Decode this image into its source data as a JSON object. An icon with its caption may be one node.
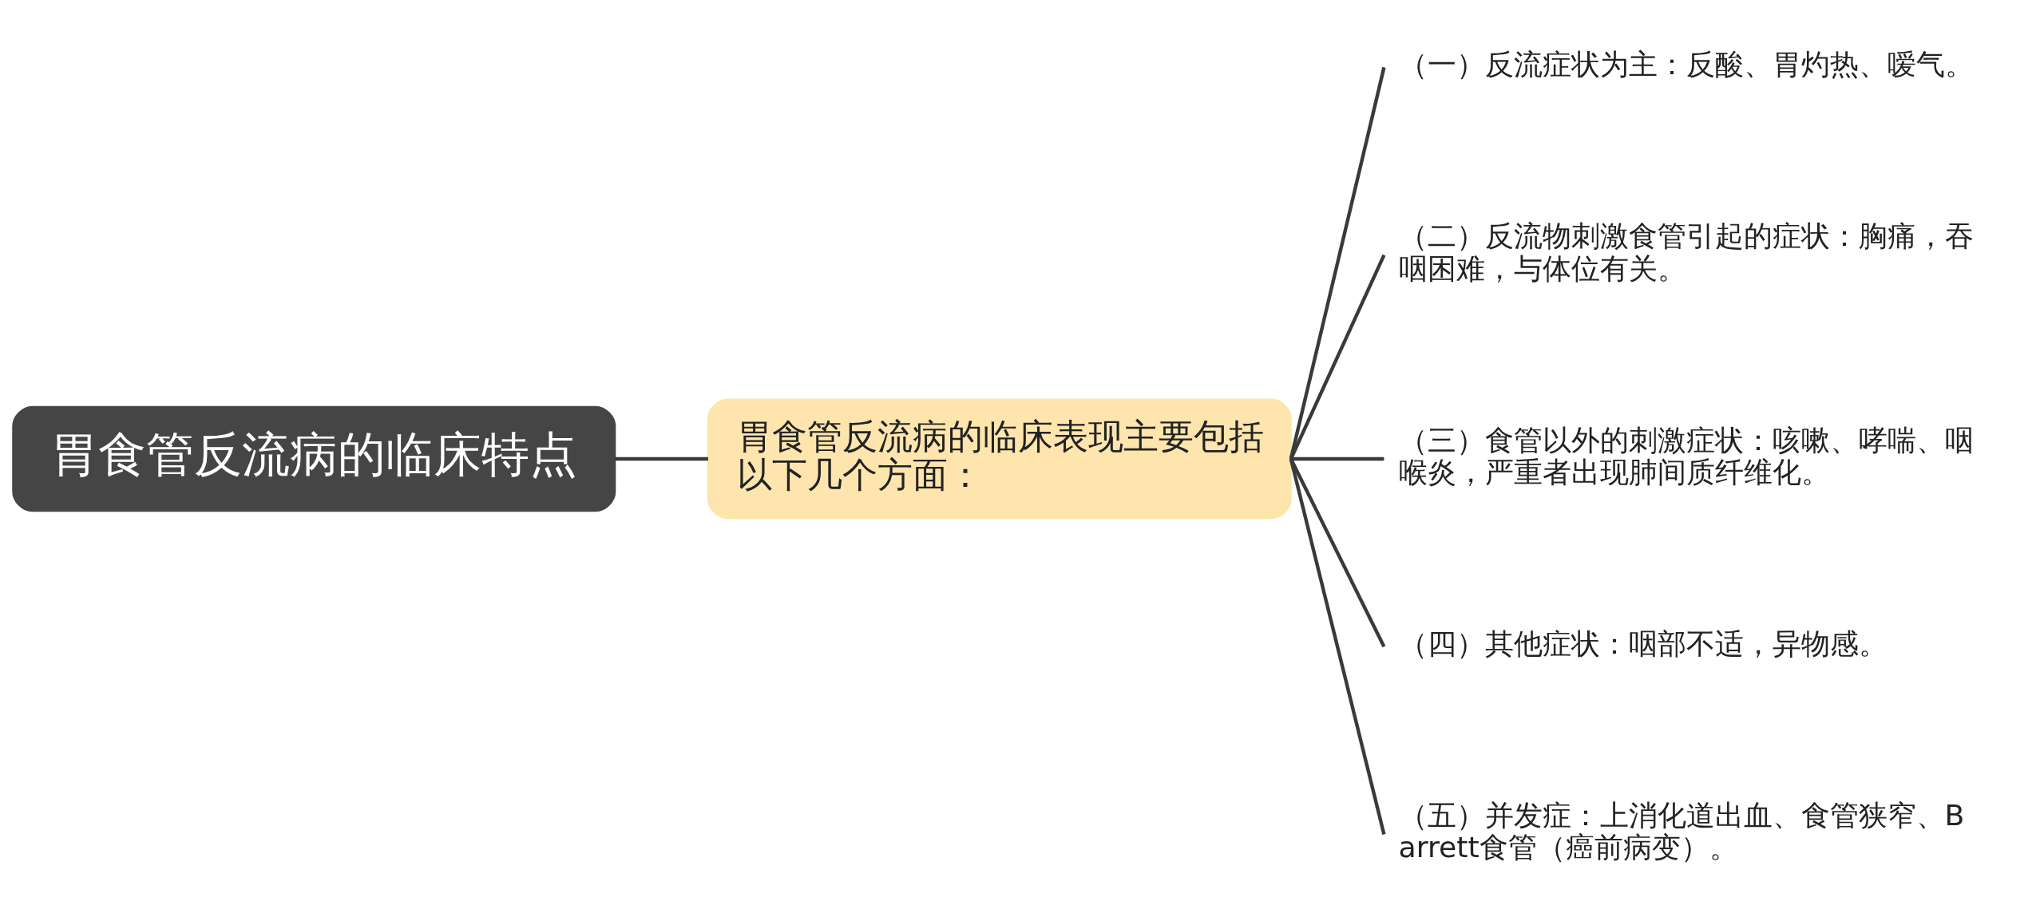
{
  "diagram": {
    "nodes": [
      {
        "text": [
          "胃食管反流病的临床特点"
        ]
      },
      {
        "text": [
          "胃食管反流病的临床表现主要包括以下几个方面："
        ]
      },
      {
        "text": [
          "（一）反流症状为主：反酸、胃灼热、嗳气。"
        ]
      },
      {
        "text": [
          "（二）反流物刺激食管引起的症状：胸痛，吞咽困难，与体位有关。"
        ]
      },
      {
        "text": [
          "（三）食管以外的刺激症状：咳嗽、哮喘、咽喉炎，严重者出现肺间质纤维化。"
        ]
      },
      {
        "text": [
          "（四）其他症状：咽部不适，异物感。"
        ]
      },
      {
        "text": [
          "（五）并发症：上消化道出血、食管狭窄、Barrett食管（癌前病变）。"
        ]
      }
    ],
    "edges": [
      {
        "from": 0,
        "to": 1,
        "arrow": "none"
      },
      {
        "from": 1,
        "to": 2,
        "arrow": "none"
      },
      {
        "from": 1,
        "to": 3,
        "arrow": "none"
      },
      {
        "from": 1,
        "to": 4,
        "arrow": "none"
      },
      {
        "from": 1,
        "to": 5,
        "arrow": "none"
      },
      {
        "from": 1,
        "to": 6,
        "arrow": "none"
      }
    ]
  }
}
